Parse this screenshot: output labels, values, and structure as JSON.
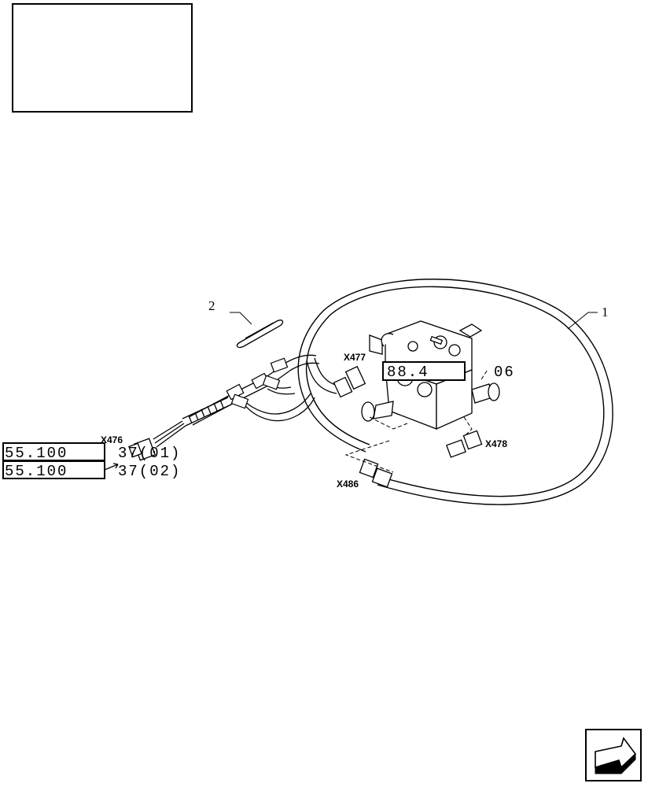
{
  "callouts": {
    "item_1": "1",
    "item_2": "2"
  },
  "connectors": {
    "x476": "X476",
    "x477": "X477",
    "x478": "X478",
    "x486": "X486"
  },
  "references": [
    {
      "section": "55.100",
      "suffix": "37(01)"
    },
    {
      "section": "55.100",
      "suffix": "37(02)"
    },
    {
      "section": "88.4",
      "suffix": "06"
    }
  ],
  "icons": {
    "nav_arrow": "back-arrow-icon"
  }
}
